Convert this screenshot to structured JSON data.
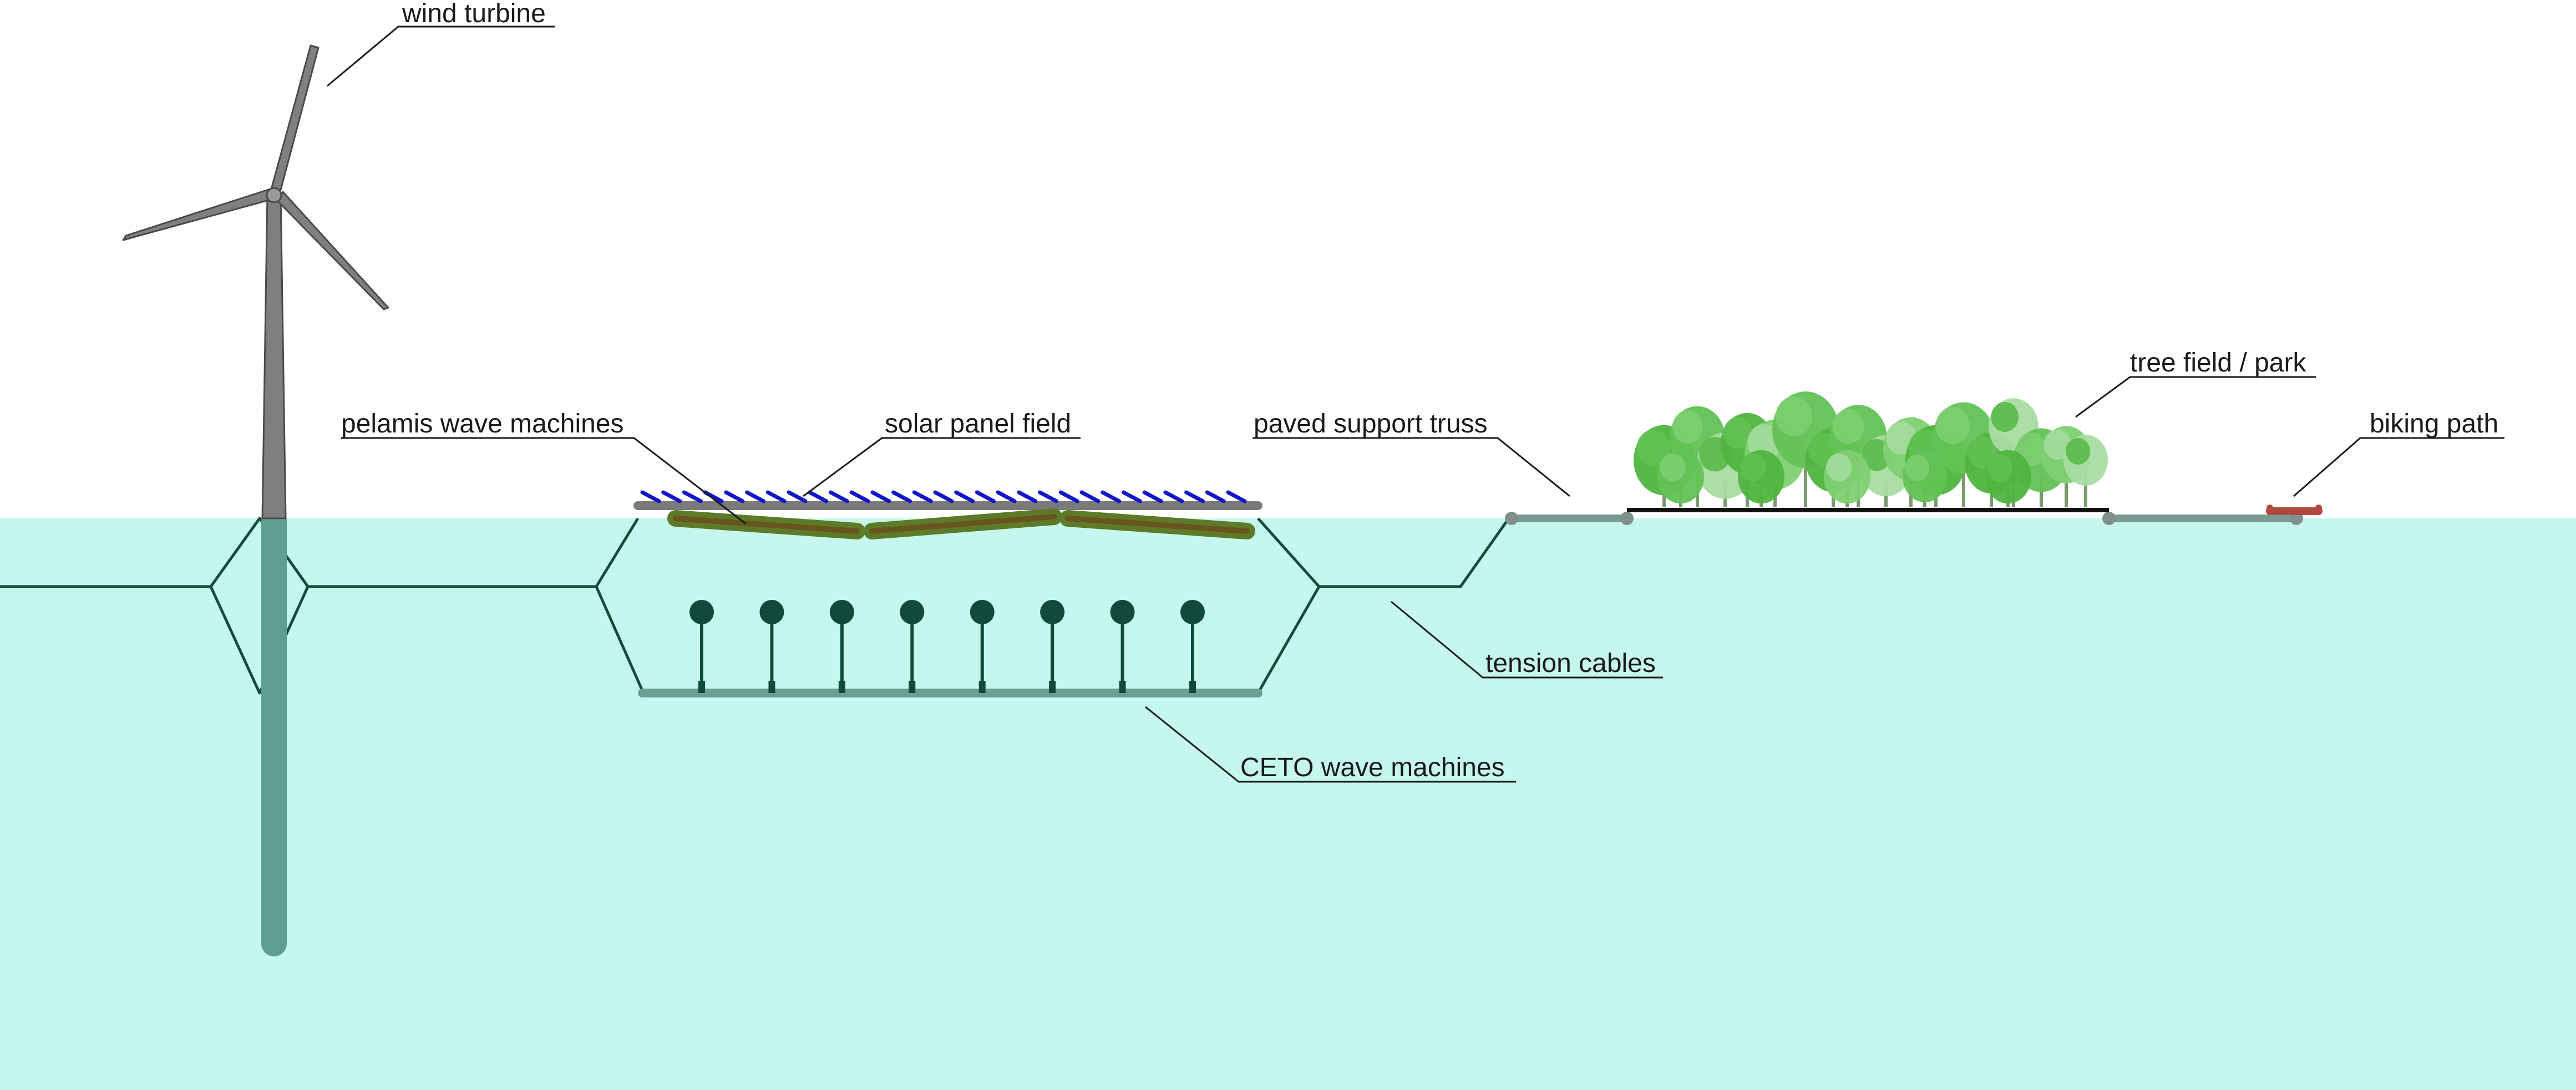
{
  "labels": {
    "wind_turbine": "wind turbine",
    "pelamis": "pelamis wave machines",
    "solar": "solar panel field",
    "paved_truss": "paved support truss",
    "tree_field": "tree field / park",
    "biking_path": "biking path",
    "tension_cables": "tension cables",
    "ceto": "CETO wave machines"
  },
  "colors": {
    "sea": "#c5f7ef",
    "cable": "#154a3c",
    "turbine": "#7f7f7f",
    "monopile": "#5e9e90",
    "solar_panels": "#1414c8",
    "pelamis": "#6b5a1a",
    "ceto_buoy": "#0f4a3a",
    "float_bar": "#6c9e93",
    "biking_path": "#b04a3e",
    "trees": [
      "#4fb53f",
      "#63c255",
      "#7ed072",
      "#a9dca2"
    ]
  },
  "counts": {
    "ceto_buoys": 8,
    "solar_panels": 29,
    "pelamis_segments": 3
  }
}
